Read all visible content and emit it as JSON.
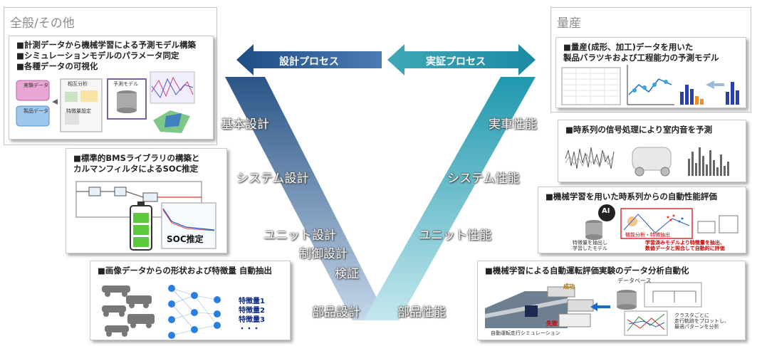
{
  "sections": {
    "left_title": "全般/その他",
    "right_title": "量産"
  },
  "arrows": {
    "design_process": "設計プロセス",
    "verification_process": "実証プロセス"
  },
  "v_left_labels": [
    "基本設計",
    "システム設計",
    "ユニット設計",
    "制御設計",
    "検証",
    "部品設計"
  ],
  "v_right_labels": [
    "実車性能",
    "システム性能",
    "ユニット性能",
    "部品性能"
  ],
  "cards": {
    "general": {
      "lines": [
        "■計測データから機械学習による予測モデル構築",
        "■シミュレーションモデルのパラメータ同定",
        "■各種データの可視化"
      ],
      "fig_labels": [
        "実験データ",
        "製品データ",
        "相互分析",
        "特徴量設定",
        "予測モデル"
      ]
    },
    "bms": {
      "title": "■標準的BMSライブラリの構築と\nカルマンフィルタによるSOC推定",
      "soc_label": "SOC推定"
    },
    "image": {
      "title": "■画像データからの形状および特徴量 自動抽出",
      "features": [
        "特徴量1",
        "特徴量2",
        "特徴量3",
        "・・・"
      ]
    },
    "mass": {
      "title": "■量産(成形、加工)データを用いた\n製品バラツキおよび工程能力の予測モデル"
    },
    "timeseries": {
      "title": "■時系列の信号処理により室内音を予測"
    },
    "ml_eval": {
      "title": "■機械学習を用いた時系列からの自動性能評価",
      "ai_label": "AI",
      "sub_left": "特徴量を抽出し\n学習したモデル",
      "sub_mid": "機能分析・特徴抽出",
      "sub_red": "学習済みモデルより特徴量を抽出、\n数値データと照合して自動的に評価"
    },
    "auto_driving": {
      "title": "■機械学習による自動運転評価実験のデータ分析自動化",
      "sim_label": "自動運転走行シミュレーション",
      "success": "成功",
      "fail": "失敗",
      "db_label": "データベース",
      "cluster_note": "クラスタごとに\n走行軌跡をプロットし、\n最適パターンを分析"
    }
  },
  "colors": {
    "v_left_top": "#2d5a8c",
    "v_left_bottom": "#b8cfe6",
    "v_right_top": "#2aa0b4",
    "v_right_bottom": "#b8e3ea",
    "feature_text": "#0d2a8a"
  }
}
